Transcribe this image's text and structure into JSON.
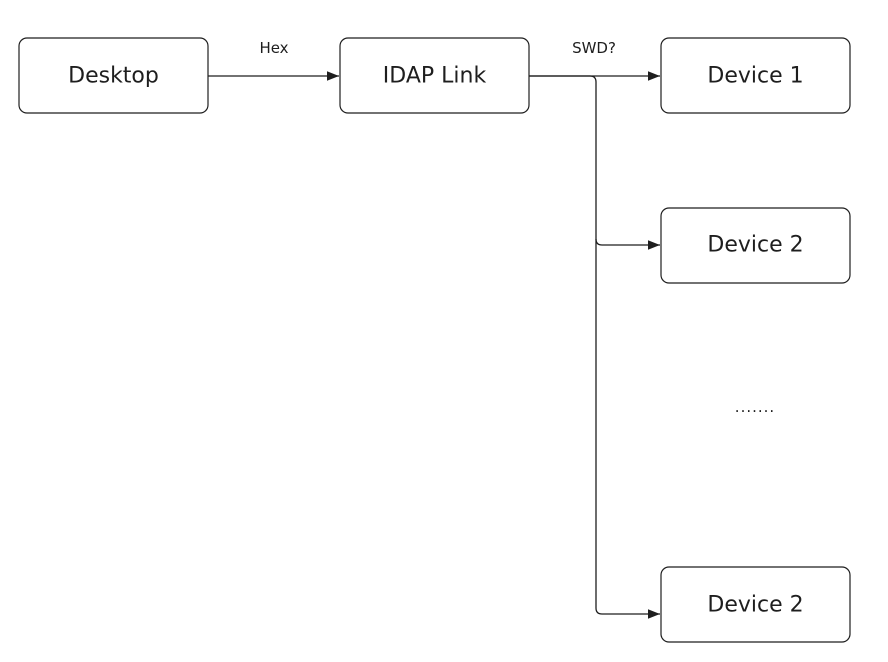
{
  "colors": {
    "stroke": "#1e1e1e",
    "box_fill": "#ffffff",
    "background": "#ffffff"
  },
  "nodes": {
    "desktop": {
      "label": "Desktop"
    },
    "idap_link": {
      "label": "IDAP Link"
    },
    "device_1": {
      "label": "Device 1"
    },
    "device_2_top": {
      "label": "Device 2"
    },
    "device_2_bottom": {
      "label": "Device 2"
    }
  },
  "edges": {
    "desktop_to_idap": {
      "label": "Hex"
    },
    "idap_to_devices": {
      "label": "SWD?"
    }
  },
  "ellipsis": {
    "label": "......."
  }
}
